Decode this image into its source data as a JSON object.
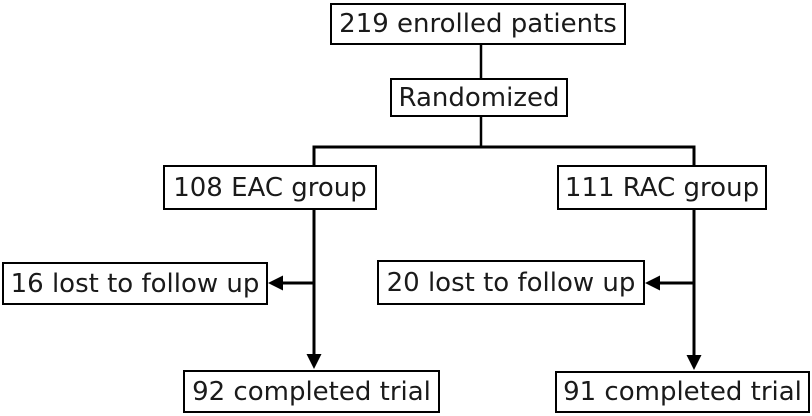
{
  "diagram": {
    "title": "Patient randomization flow diagram",
    "colors": {
      "background": "#ffffff",
      "line": "#000000",
      "box_fill": "#ffffff",
      "text": "#1a1a1a"
    },
    "nodes": {
      "enrolled": {
        "label": "219 enrolled patients"
      },
      "randomized": {
        "label": "Randomized"
      },
      "eac_group": {
        "label": "108 EAC group"
      },
      "rac_group": {
        "label": "111 RAC group"
      },
      "eac_lost": {
        "label": "16 lost to follow up"
      },
      "rac_lost": {
        "label": "20 lost to follow up"
      },
      "eac_completed": {
        "label": "92 completed trial"
      },
      "rac_completed": {
        "label": "91 completed trial"
      }
    }
  }
}
